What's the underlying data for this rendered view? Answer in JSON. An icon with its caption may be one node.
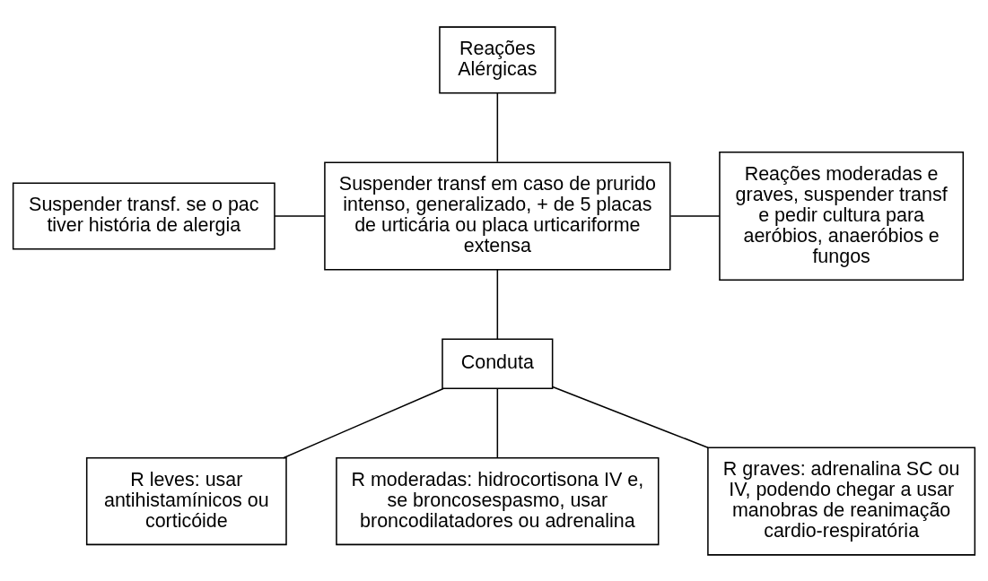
{
  "diagram": {
    "nodes": [
      {
        "text": [
          "Reações Alérgicas"
        ]
      },
      {
        "text": [
          "Suspender transf. se o pac tiver história de alergia"
        ]
      },
      {
        "text": [
          "Suspender transf em caso de prurido intenso, generalizado, + de 5 placas de urticária ou placa urticariforme extensa"
        ]
      },
      {
        "text": [
          "Reações moderadas e graves, suspender transf e pedir cultura para aeróbios, anaeróbios e fungos"
        ]
      },
      {
        "text": [
          "Conduta"
        ]
      },
      {
        "text": [
          "R leves: usar antihistamínicos ou corticóide"
        ]
      },
      {
        "text": [
          "R moderadas: hidrocortisona IV e, se broncosespasmo, usar broncodilatadores ou adrenalina"
        ]
      },
      {
        "text": [
          "R graves: adrenalina SC ou IV, podendo chegar a usar manobras de reanimação cardio-respiratória"
        ]
      }
    ],
    "edges": [
      {
        "from": 0,
        "to": 2,
        "arrow": "none"
      },
      {
        "from": 1,
        "to": 2,
        "arrow": "none"
      },
      {
        "from": 2,
        "to": 3,
        "arrow": "none"
      },
      {
        "from": 2,
        "to": 4,
        "arrow": "none"
      },
      {
        "from": 4,
        "to": 5,
        "arrow": "none"
      },
      {
        "from": 4,
        "to": 6,
        "arrow": "none"
      },
      {
        "from": 4,
        "to": 7,
        "arrow": "none"
      }
    ]
  }
}
